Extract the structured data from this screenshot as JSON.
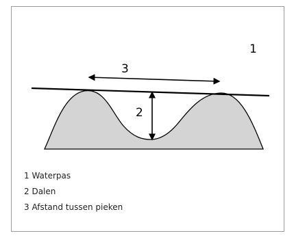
{
  "diagram": {
    "callouts": {
      "level": "1",
      "valley": "2",
      "peak_distance": "3"
    },
    "legend": [
      "1 Waterpas",
      "2 Dalen",
      "3 Afstand tussen pieken"
    ],
    "colors": {
      "fill": "#d4d4d4",
      "stroke": "#000000",
      "frame": "#9a9a9a"
    }
  }
}
